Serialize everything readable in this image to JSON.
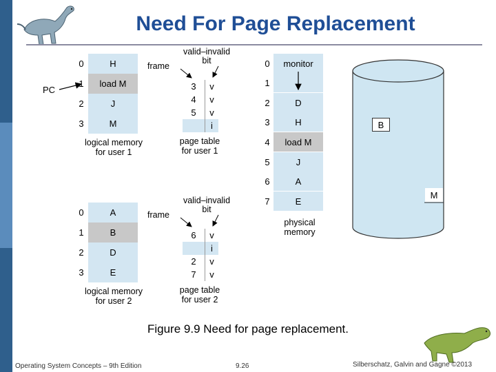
{
  "title": "Need For Page Replacement",
  "caption": "Figure 9.9 Need for page replacement.",
  "footer": {
    "left": "Operating System Concepts – 9th Edition",
    "center": "9.26",
    "right": "Silberschatz, Galvin and Gagne ©2013"
  },
  "labels": {
    "pc": "PC",
    "frame": "frame",
    "valid_invalid_line1": "valid–invalid",
    "valid_invalid_line2": "bit",
    "lm_user1_line1": "logical memory",
    "lm_user1_line2": "for user 1",
    "pt_user1_line1": "page table",
    "pt_user1_line2": "for user 1",
    "lm_user2_line1": "logical memory",
    "lm_user2_line2": "for user 2",
    "pt_user2_line1": "page table",
    "pt_user2_line2": "for user 2",
    "phys_line1": "physical",
    "phys_line2": "memory",
    "disk_b": "B",
    "disk_m": "M"
  },
  "user1_logical": [
    {
      "index": "0",
      "value": "H"
    },
    {
      "index": "1",
      "value": "load M"
    },
    {
      "index": "2",
      "value": "J"
    },
    {
      "index": "3",
      "value": "M"
    }
  ],
  "user1_page_table": [
    {
      "frame": "3",
      "bit": "v"
    },
    {
      "frame": "4",
      "bit": "v"
    },
    {
      "frame": "5",
      "bit": "v"
    },
    {
      "frame": "",
      "bit": "i"
    }
  ],
  "user2_logical": [
    {
      "index": "0",
      "value": "A"
    },
    {
      "index": "1",
      "value": "B"
    },
    {
      "index": "2",
      "value": "D"
    },
    {
      "index": "3",
      "value": "E"
    }
  ],
  "user2_page_table": [
    {
      "frame": "6",
      "bit": "v"
    },
    {
      "frame": "",
      "bit": "i"
    },
    {
      "frame": "2",
      "bit": "v"
    },
    {
      "frame": "7",
      "bit": "v"
    }
  ],
  "physical_memory": [
    {
      "index": "0",
      "value": "monitor"
    },
    {
      "index": "1",
      "value": ""
    },
    {
      "index": "2",
      "value": "D"
    },
    {
      "index": "3",
      "value": "H"
    },
    {
      "index": "4",
      "value": "load M"
    },
    {
      "index": "5",
      "value": "J"
    },
    {
      "index": "6",
      "value": "A"
    },
    {
      "index": "7",
      "value": "E"
    }
  ],
  "colors": {
    "title": "#1f4e96",
    "cell_blue": "#d3e6f2",
    "cell_gray": "#c8c8c8",
    "disk": "#cfe6f2",
    "sidebar_dark": "#2f5f8c",
    "sidebar_light": "#5b8cbc"
  },
  "icons": {
    "top_left": "dinosaur-icon",
    "bottom_right": "dinosaur-icon"
  }
}
